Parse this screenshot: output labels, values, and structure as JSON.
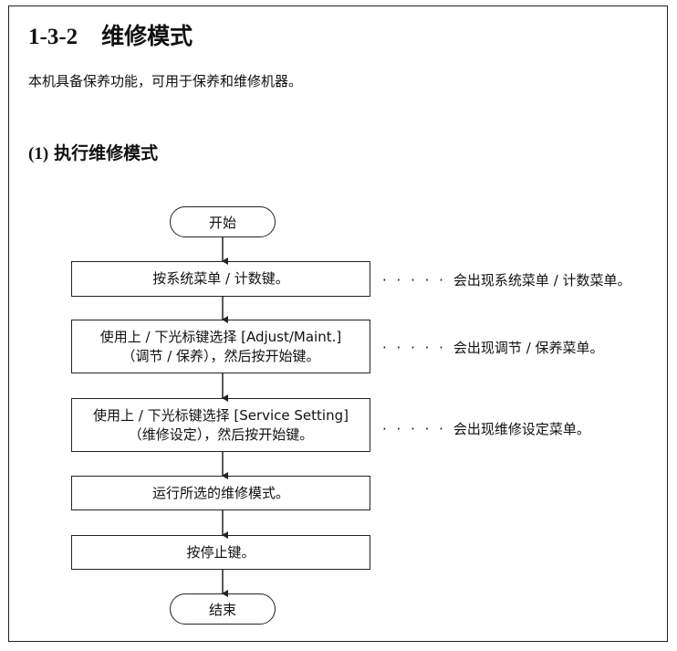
{
  "section": {
    "number": "1-3-2",
    "title": "维修模式"
  },
  "intro": "本机具备保养功能，可用于保养和维修机器。",
  "subsection": {
    "number": "(1)",
    "title": "执行维修模式"
  },
  "flow": {
    "start": "开始",
    "end": "结束",
    "steps": [
      {
        "lines": [
          "按系统菜单 / 计数键。"
        ],
        "note": "会出现系统菜单 / 计数菜单。"
      },
      {
        "lines": [
          "使用上 / 下光标键选择 [Adjust/Maint.]",
          "（调节 / 保养），然后按开始键。"
        ],
        "note": "会出现调节 / 保养菜单。"
      },
      {
        "lines": [
          "使用上 / 下光标键选择 [Service Setting]",
          "（维修设定），然后按开始键。"
        ],
        "note": "会出现维修设定菜单。"
      },
      {
        "lines": [
          "运行所选的维修模式。"
        ]
      },
      {
        "lines": [
          "按停止键。"
        ]
      }
    ],
    "note_leader": "· · · · ·"
  }
}
